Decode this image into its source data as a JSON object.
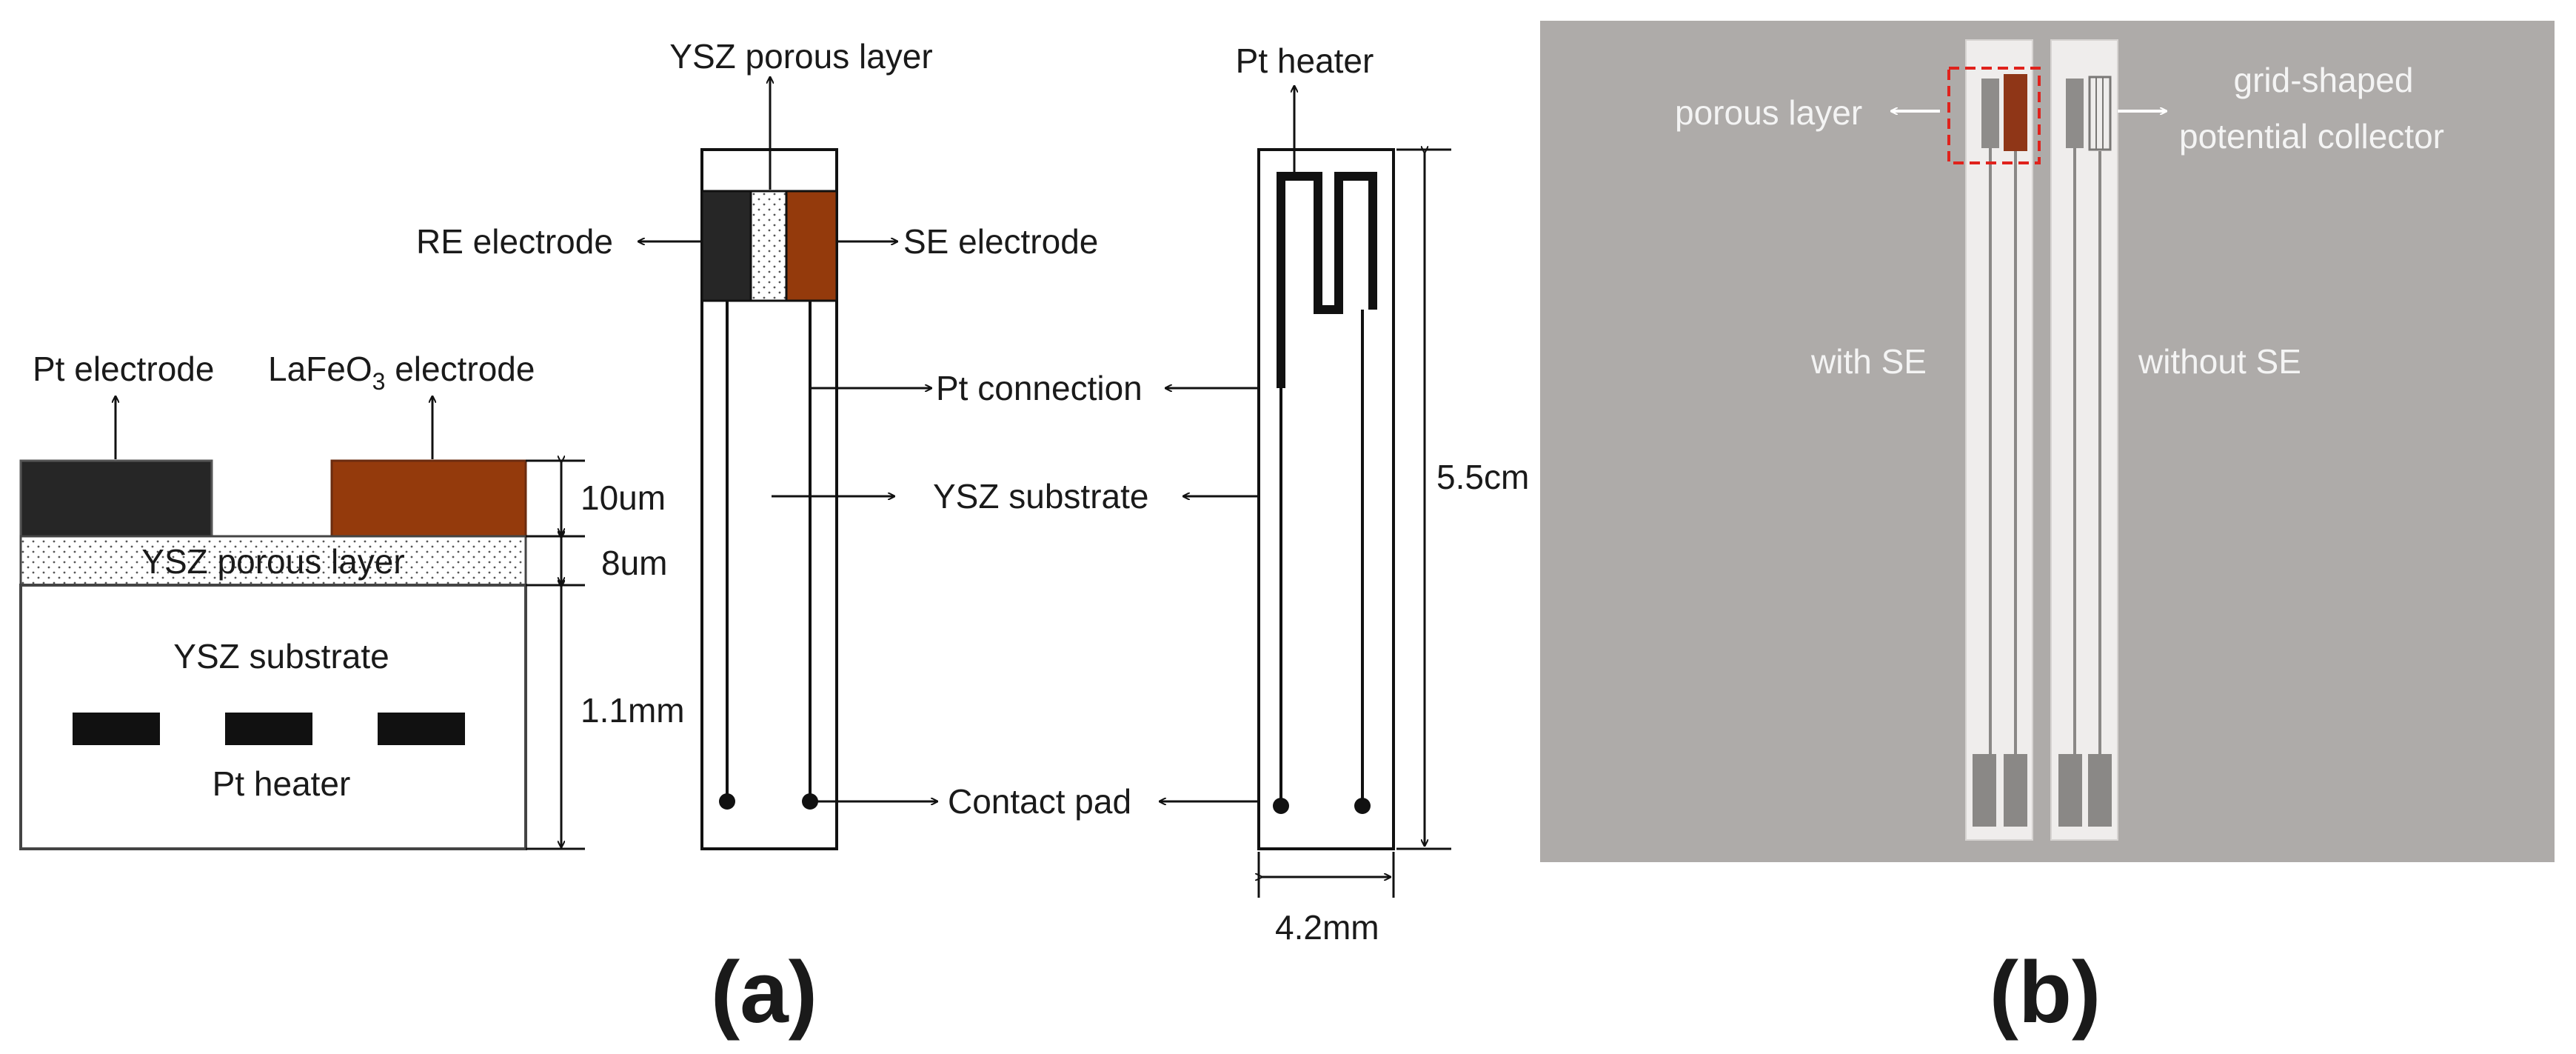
{
  "panel_a": {
    "label": "(a)",
    "cross_section": {
      "pt_electrode": "Pt electrode",
      "lafeo3_prefix": "LaFeO",
      "lafeo3_sub": "3",
      "lafeo3_suffix": " electrode",
      "porous_layer": "YSZ porous layer",
      "substrate": "YSZ substrate",
      "heater": "Pt heater",
      "dim_electrode": "10um",
      "dim_porous": "8um",
      "dim_substrate": "1.1mm",
      "colors": {
        "pt_electrode": "#262626",
        "lafeo3_electrode": "#943a0c"
      }
    },
    "front_view": {
      "porous_layer": "YSZ porous layer",
      "re_electrode": "RE electrode",
      "se_electrode": "SE electrode"
    },
    "shared_labels": {
      "pt_connection": "Pt connection",
      "substrate": "YSZ substrate",
      "contact_pad": "Contact pad"
    },
    "back_view": {
      "heater": "Pt heater",
      "length": "5.5cm",
      "width": "4.2mm"
    }
  },
  "panel_b": {
    "label": "(b)",
    "photo": {
      "porous_layer": "porous layer",
      "collector_line1": "grid-shaped",
      "collector_line2": "potential collector",
      "with_se": "with SE",
      "without_se": "without SE",
      "colors": {
        "background": "#a9a6a5",
        "strip": "#efedec",
        "se_electrode": "#8f3617",
        "highlight_box": "#e0221c"
      }
    }
  }
}
